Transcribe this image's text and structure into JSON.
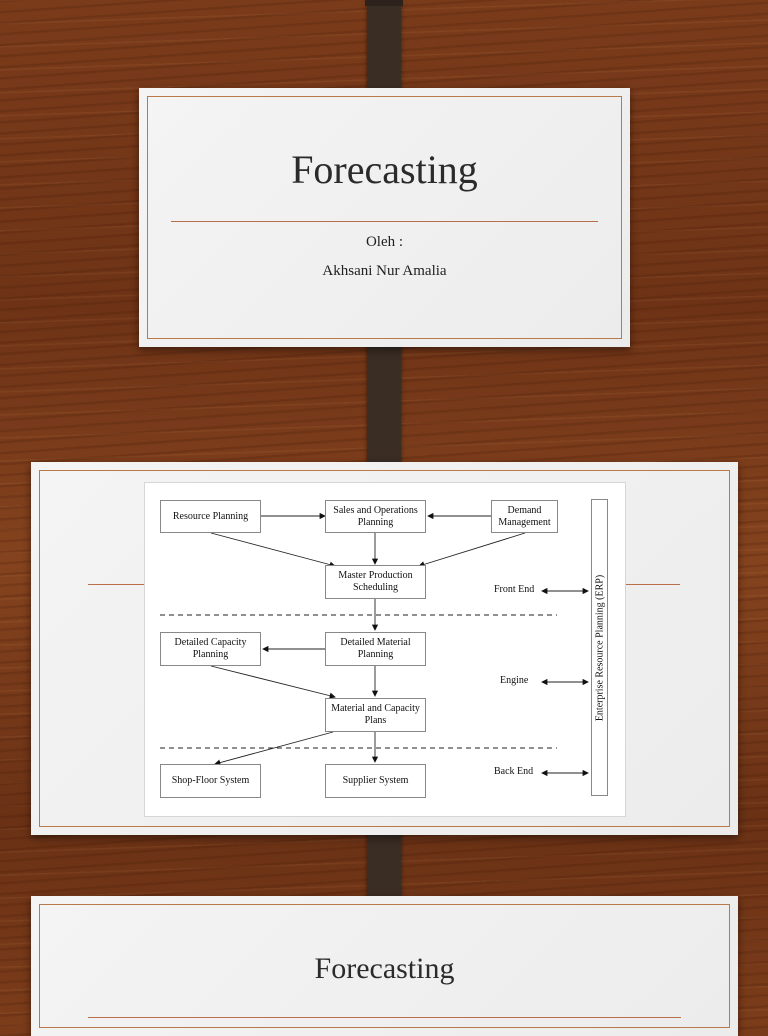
{
  "slide1": {
    "title": "Forecasting",
    "label": "Oleh :",
    "author": "Akhsani Nur Amalia"
  },
  "slide2": {
    "diagram": {
      "resource_planning": "Resource Planning",
      "sop": "Sales and Operations Planning",
      "demand": "Demand Management",
      "mps": "Master Production Scheduling",
      "capacity": "Detailed Capacity Planning",
      "material": "Detailed Material Planning",
      "plans": "Material and Capacity Plans",
      "shop_floor": "Shop-Floor System",
      "supplier": "Supplier System",
      "front_end": "Front End",
      "engine": "Engine",
      "back_end": "Back End",
      "erp": "Enterprise Resource Planning (ERP)"
    }
  },
  "slide3": {
    "title": "Forecasting"
  }
}
